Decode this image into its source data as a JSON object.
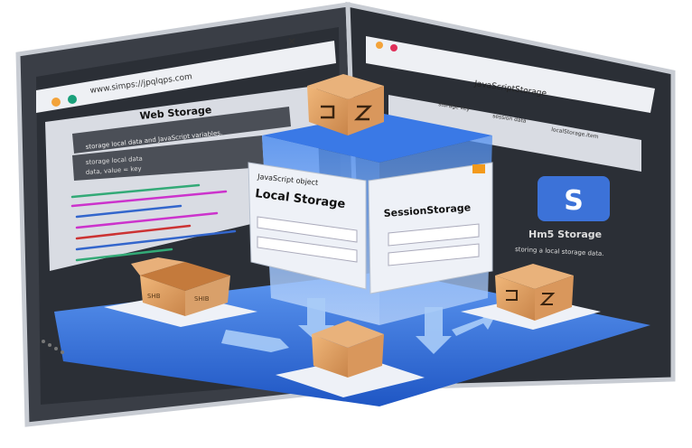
{
  "left_window": {
    "url": "www.simps://jpqlqps.com",
    "title": "Web Storage",
    "banner_text": "storage local data and JavaScript variables.",
    "code_lines": [
      "storage local data",
      "data, value = key"
    ]
  },
  "right_window": {
    "title": "JavaScriptStorage",
    "tabs": [
      "storage key",
      "session data",
      "localStorage.item"
    ]
  },
  "cards": {
    "local": {
      "caption": "JavaScript object",
      "title": "Local Storage"
    },
    "session": {
      "title": "SessionStorage"
    }
  },
  "html5": {
    "badge": "S",
    "title": "Hm5 Storage",
    "subtitle": "storing a local storage data."
  },
  "boxes": {
    "left_label_1": "SHB",
    "left_label_2": "SHIB"
  },
  "colors": {
    "accent": "#2f6fe0",
    "frame": "#2b2f36",
    "box": "#d49a5e",
    "floor": "#3a79e6"
  }
}
